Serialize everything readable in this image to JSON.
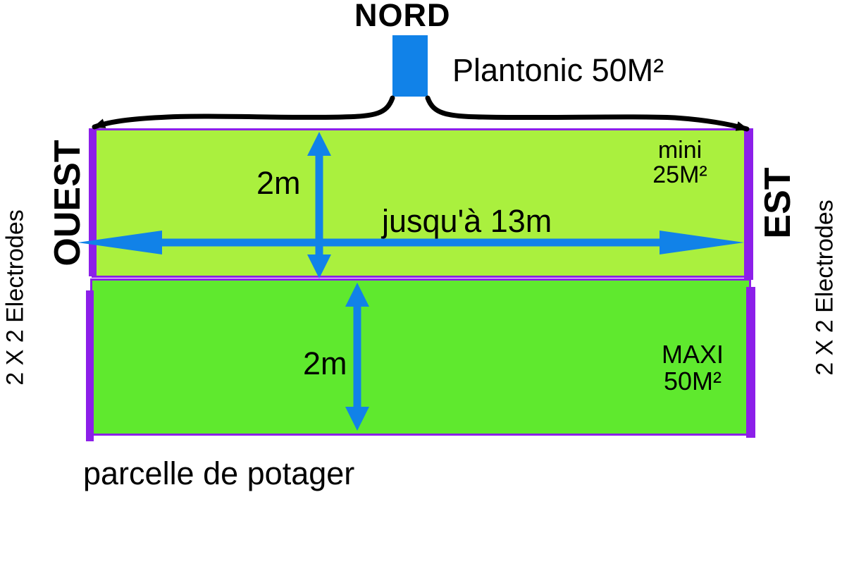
{
  "compass": {
    "north": "NORD",
    "west": "OUEST",
    "east": "EST"
  },
  "product": {
    "label": "Plantonic 50M²"
  },
  "electrodes": {
    "left": "2 X 2 Electrodes",
    "right": "2 X 2 Electrodes"
  },
  "plots": {
    "mini": {
      "name": "mini",
      "area": "25M²",
      "width_label": "jusqu'à 13m",
      "depth_label": "2m"
    },
    "maxi": {
      "name": "MAXI",
      "area": "50M²",
      "depth_label": "2m"
    }
  },
  "caption": "parcelle de potager",
  "colors": {
    "plot_mini_green": "#aaf03e",
    "plot_maxi_green": "#5fe92e",
    "electrode_purple": "#8c1fe9",
    "arrow_blue": "#1182e8",
    "connector_black": "#000000"
  }
}
